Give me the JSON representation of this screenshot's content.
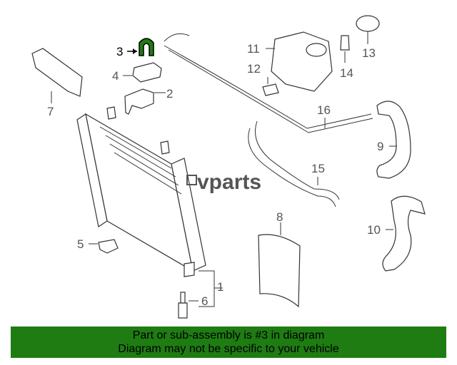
{
  "logo": {
    "text": "vparts"
  },
  "callouts": [
    "1",
    "2",
    "3",
    "4",
    "5",
    "6",
    "7",
    "8",
    "9",
    "10",
    "11",
    "12",
    "13",
    "14",
    "15",
    "16"
  ],
  "highlight": {
    "part": "3",
    "color": "#1e7c12"
  },
  "banner": {
    "line1": "Part or sub-assembly is #3 in diagram",
    "line2": "Diagram may not be specific to your vehicle",
    "color": "#1e7c12"
  }
}
